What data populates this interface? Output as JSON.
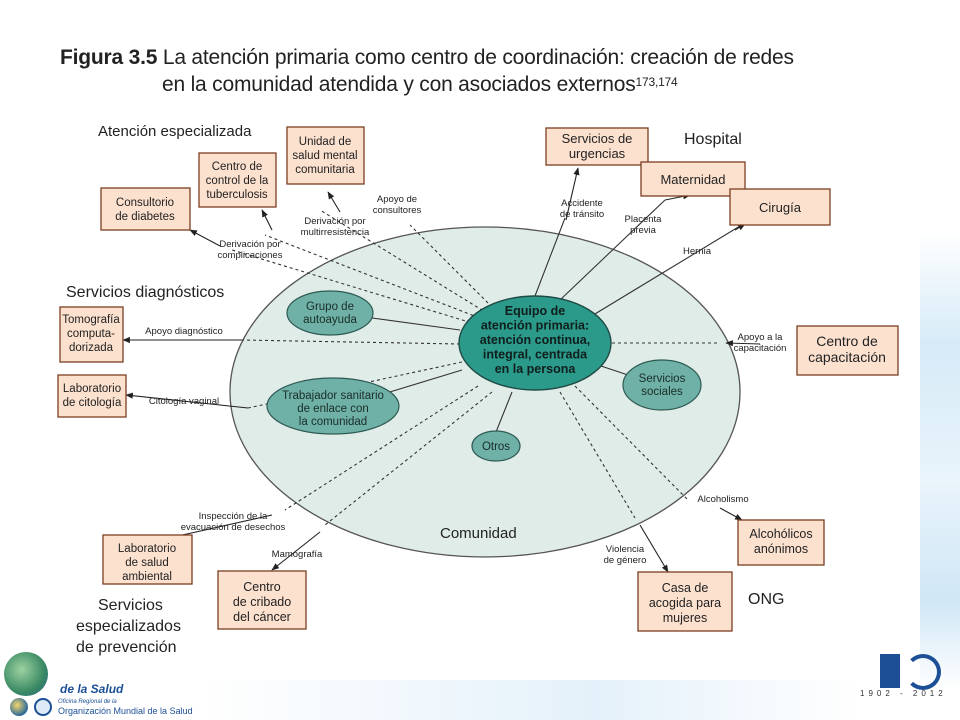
{
  "figure": {
    "label": "Figura 3.5",
    "title_line1": "La atención primaria como centro de coordinación:  creación de redes",
    "title_line2": "en la comunidad atendida y con asociados externos",
    "refs": "173,174"
  },
  "groups": {
    "atencion": "Atención especializada",
    "hospital": "Hospital",
    "diagnosticos": "Servicios diagnósticos",
    "prevencion": [
      "Servicios",
      "especializados",
      "de prevención"
    ],
    "ong": "ONG",
    "comunidad": "Comunidad"
  },
  "center": [
    "Equipo de",
    "atención primaria:",
    "atención continua,",
    "integral, centrada",
    "en la persona"
  ],
  "inner": {
    "grupo": [
      "Grupo de",
      "autoayuda"
    ],
    "trabajador": [
      "Trabajador sanitario",
      "de enlace con",
      "la comunidad"
    ],
    "otros": [
      "Otros"
    ],
    "sociales": [
      "Servicios",
      "sociales"
    ]
  },
  "boxes": {
    "unidad": [
      "Unidad de",
      "salud mental",
      "comunitaria"
    ],
    "centroTb": [
      "Centro de",
      "control de la",
      "tuberculosis"
    ],
    "diabetes": [
      "Consultorio",
      "de diabetes"
    ],
    "urgencias": [
      "Servicios de",
      "urgencias"
    ],
    "maternidad": [
      "Maternidad"
    ],
    "cirugia": [
      "Cirugía"
    ],
    "tomografia": [
      "Tomografía",
      "computa-",
      "dorizada"
    ],
    "citologia": [
      "Laboratorio",
      "de citología"
    ],
    "capacitacion": [
      "Centro de",
      "capacitación"
    ],
    "ambiental": [
      "Laboratorio",
      "de salud",
      "ambiental"
    ],
    "cribado": [
      "Centro",
      "de cribado",
      "del cáncer"
    ],
    "alcoholicos": [
      "Alcohólicos",
      "anónimos"
    ],
    "acogida": [
      "Casa de",
      "acogida para",
      "mujeres"
    ]
  },
  "labels": {
    "apoyo": [
      "Apoyo de",
      "consultores"
    ],
    "multi": [
      "Derivación por",
      "multirresistencia"
    ],
    "complic": [
      "Derivación por",
      "complicaciones"
    ],
    "accidente": [
      "Accidente",
      "de tránsito"
    ],
    "placenta": [
      "Placenta",
      "previa"
    ],
    "hernia": [
      "Hernia"
    ],
    "apoyoDiag": [
      "Apoyo diagnóstico"
    ],
    "citologiaV": [
      "Citología vaginal"
    ],
    "apoyoCap": [
      "Apoyo a la",
      "capacitación"
    ],
    "inspeccion": [
      "Inspección de la",
      "evacuación de desechos"
    ],
    "mamografia": [
      "Mamografía"
    ],
    "alcoholismo": [
      "Alcoholismo"
    ],
    "violencia": [
      "Violencia",
      "de género"
    ]
  },
  "footer": {
    "brand": "de la Salud",
    "sub": "Oficina Regional de la",
    "org": "Organización Mundial de la Salud",
    "years": "1902 - 2012"
  },
  "colors": {
    "box_fill": "#fce1cf",
    "box_stroke": "#7a3e22",
    "community_fill": "#e0ece8",
    "teal": "#6fb1a6",
    "center_fill": "#2b9a8b",
    "brand_blue": "#1c4f96"
  }
}
